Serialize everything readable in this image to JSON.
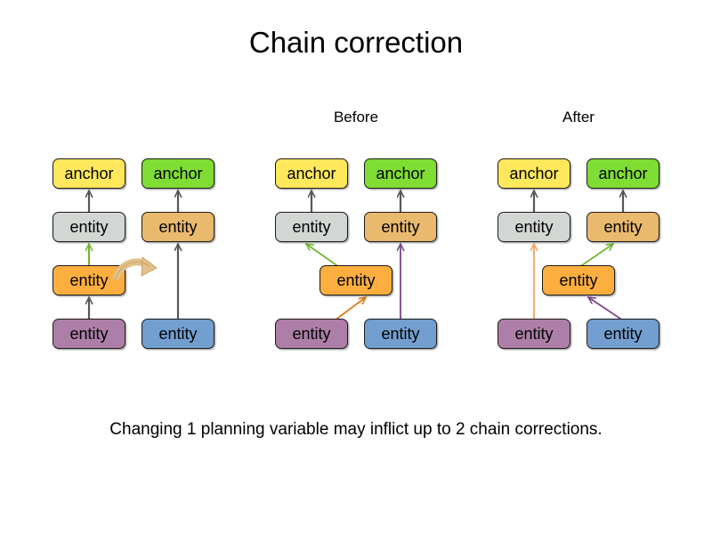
{
  "slide": {
    "title": "Chain correction",
    "caption": "Changing 1 planning variable may inflict up to 2 chain corrections.",
    "background_color": "#ffffff"
  },
  "labels": {
    "before": "Before",
    "after": "After"
  },
  "palette": {
    "anchor_yellow": "#ffe85c",
    "anchor_green": "#7fdd33",
    "entity_gray": "#d3d7d4",
    "entity_tan": "#e9b96e",
    "entity_orange": "#fcaf3e",
    "entity_purple": "#ad7fa8",
    "entity_blue": "#729fcf",
    "arrow_dark": "#555753",
    "arrow_green": "#73b534",
    "arrow_orange": "#e07b16",
    "arrow_purple": "#7b468a",
    "arrow_light_orange": "#f0a35e",
    "arrow_curved_tan": "#e3c08a"
  },
  "panels": [
    {
      "id": "initial",
      "label": "",
      "nodes": [
        {
          "id": "a1",
          "text": "anchor",
          "color": "anchor_yellow"
        },
        {
          "id": "a2",
          "text": "anchor",
          "color": "anchor_green"
        },
        {
          "id": "e1",
          "text": "entity",
          "color": "entity_gray"
        },
        {
          "id": "e2",
          "text": "entity",
          "color": "entity_tan"
        },
        {
          "id": "e3",
          "text": "entity",
          "color": "entity_orange"
        },
        {
          "id": "e4",
          "text": "entity",
          "color": "entity_purple"
        },
        {
          "id": "e5",
          "text": "entity",
          "color": "entity_blue"
        }
      ],
      "links": [
        {
          "from": "e1",
          "to": "a1",
          "color": "arrow_dark"
        },
        {
          "from": "e2",
          "to": "a2",
          "color": "arrow_dark"
        },
        {
          "from": "e3",
          "to": "e1",
          "color": "arrow_green"
        },
        {
          "from": "e4",
          "to": "e3",
          "color": "arrow_dark"
        },
        {
          "from": "e5",
          "to": "e2",
          "color": "arrow_dark"
        }
      ],
      "move_arrow": {
        "kind": "curved-move-arrow",
        "color": "arrow_curved_tan"
      }
    },
    {
      "id": "before",
      "label": "Before",
      "nodes": [
        {
          "id": "a1",
          "text": "anchor",
          "color": "anchor_yellow"
        },
        {
          "id": "a2",
          "text": "anchor",
          "color": "anchor_green"
        },
        {
          "id": "e1",
          "text": "entity",
          "color": "entity_gray"
        },
        {
          "id": "e2",
          "text": "entity",
          "color": "entity_tan"
        },
        {
          "id": "e3",
          "text": "entity",
          "color": "entity_orange"
        },
        {
          "id": "e4",
          "text": "entity",
          "color": "entity_purple"
        },
        {
          "id": "e5",
          "text": "entity",
          "color": "entity_blue"
        }
      ],
      "links": [
        {
          "from": "e1",
          "to": "a1",
          "color": "arrow_dark"
        },
        {
          "from": "e2",
          "to": "a2",
          "color": "arrow_dark"
        },
        {
          "from": "e3",
          "to": "e1",
          "color": "arrow_green"
        },
        {
          "from": "e4",
          "to": "e3",
          "color": "arrow_orange"
        },
        {
          "from": "e5",
          "to": "e2",
          "color": "arrow_purple"
        }
      ]
    },
    {
      "id": "after",
      "label": "After",
      "nodes": [
        {
          "id": "a1",
          "text": "anchor",
          "color": "anchor_yellow"
        },
        {
          "id": "a2",
          "text": "anchor",
          "color": "anchor_green"
        },
        {
          "id": "e1",
          "text": "entity",
          "color": "entity_gray"
        },
        {
          "id": "e2",
          "text": "entity",
          "color": "entity_tan"
        },
        {
          "id": "e3",
          "text": "entity",
          "color": "entity_orange"
        },
        {
          "id": "e4",
          "text": "entity",
          "color": "entity_purple"
        },
        {
          "id": "e5",
          "text": "entity",
          "color": "entity_blue"
        }
      ],
      "links": [
        {
          "from": "e1",
          "to": "a1",
          "color": "arrow_dark"
        },
        {
          "from": "e2",
          "to": "a2",
          "color": "arrow_dark"
        },
        {
          "from": "e4",
          "to": "e1",
          "color": "arrow_light_orange"
        },
        {
          "from": "e3",
          "to": "e2",
          "color": "arrow_green"
        },
        {
          "from": "e5",
          "to": "e3",
          "color": "arrow_purple"
        }
      ]
    }
  ]
}
